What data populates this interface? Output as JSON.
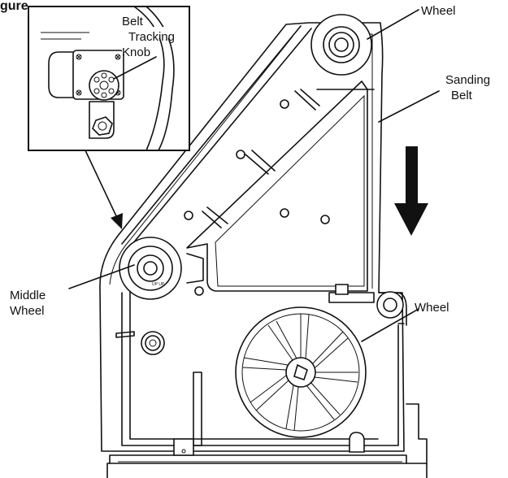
{
  "figure": {
    "heading": "gure"
  },
  "labels": {
    "top_wheel": "Wheel",
    "sanding_belt_1": "Sanding",
    "sanding_belt_2": "Belt",
    "middle_wheel_1": "Middle",
    "middle_wheel_2": "Wheel",
    "lower_wheel": "Wheel",
    "knob_1": "Belt",
    "knob_2": "Tracking",
    "knob_3": "Knob"
  },
  "wheel_marking": "UP UP",
  "colors": {
    "line": "#111111",
    "background": "#ffffff"
  }
}
